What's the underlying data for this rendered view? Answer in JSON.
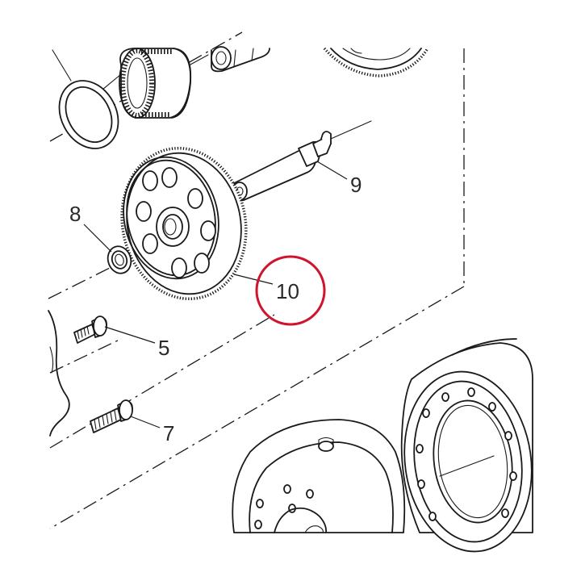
{
  "callouts": {
    "c5": "5",
    "c7": "7",
    "c8": "8",
    "c9": "9",
    "c10": "10"
  },
  "highlight": {
    "target_callout": "10",
    "color": "#d0142c"
  },
  "line_color": "#1a1a1a",
  "background": "#ffffff"
}
